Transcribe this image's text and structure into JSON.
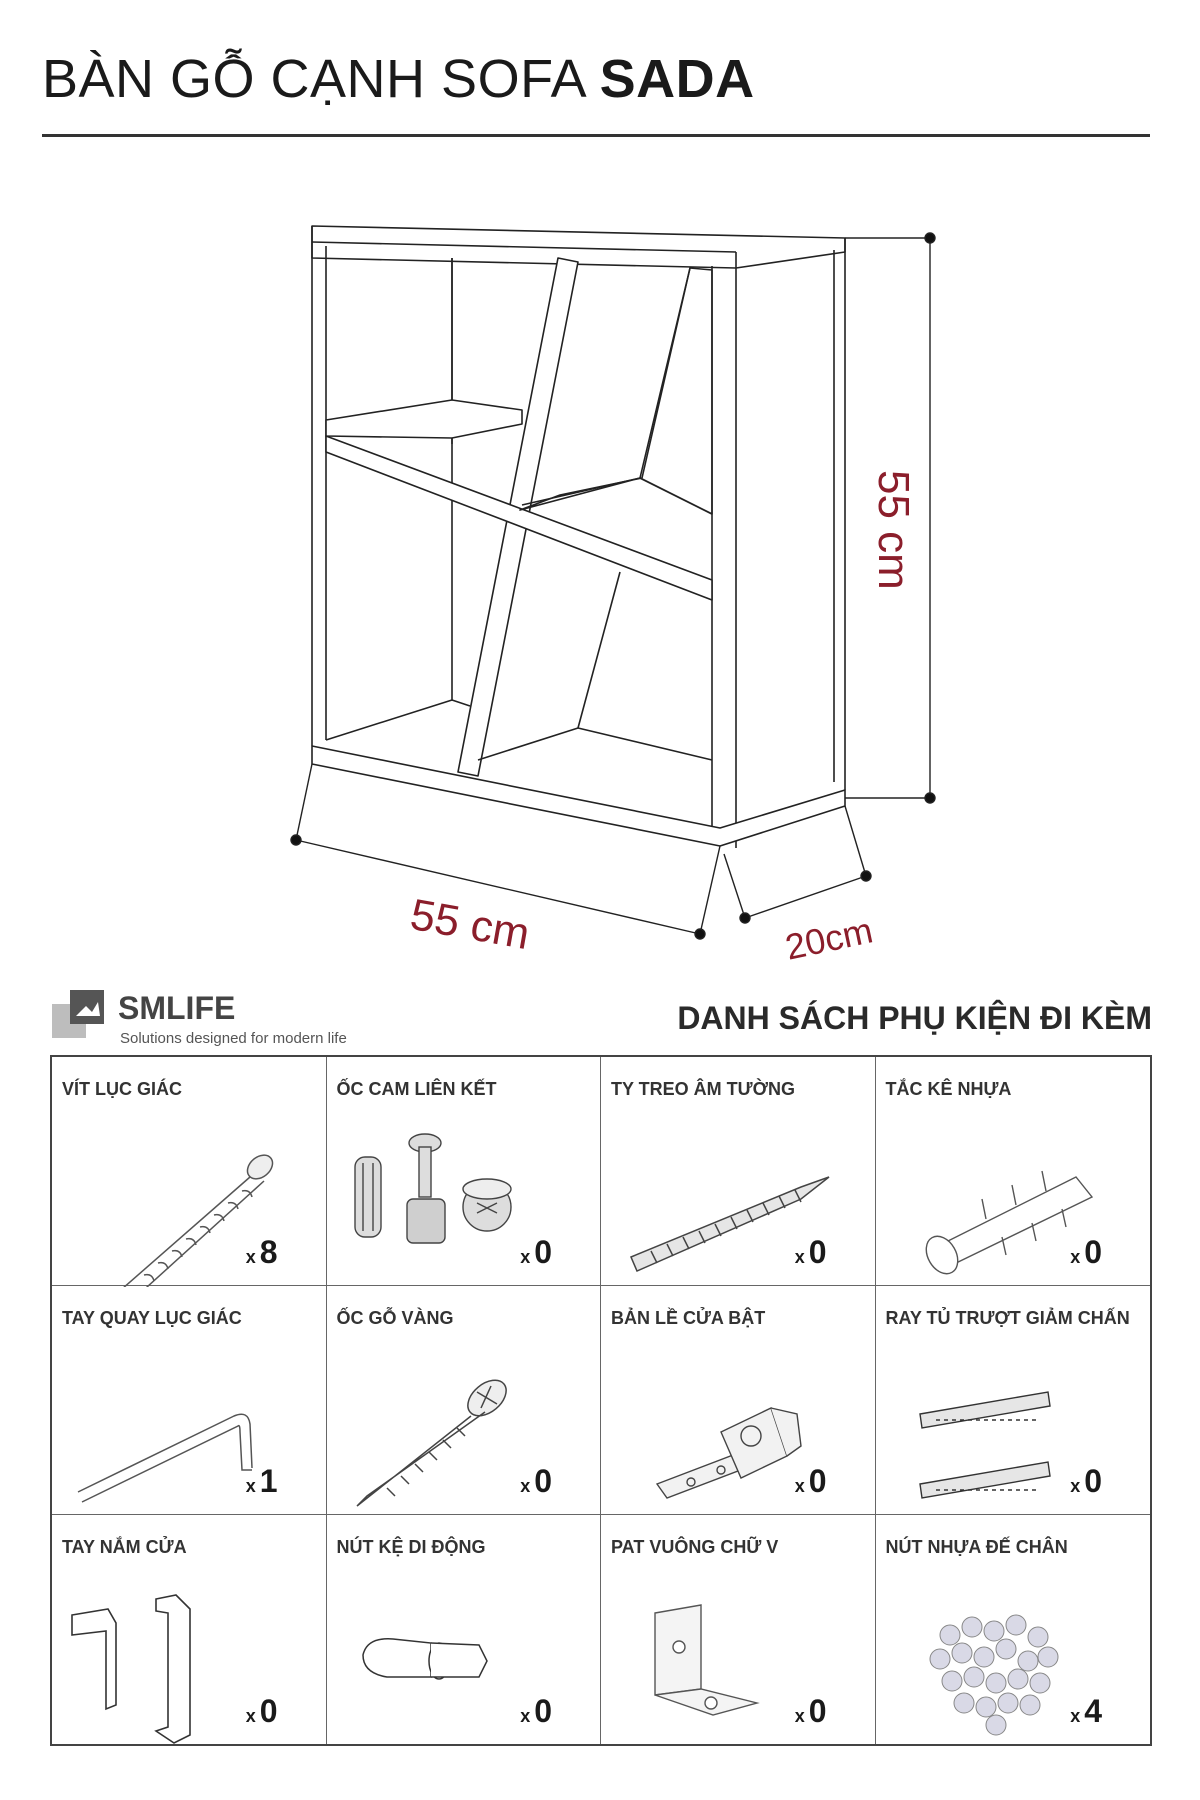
{
  "title": {
    "prefix": "BÀN GỖ CẠNH SOFA",
    "name": "SADA"
  },
  "dimensions": {
    "height": "55 cm",
    "width": "55 cm",
    "depth": "20cm"
  },
  "brand": {
    "name": "SMLIFE",
    "tagline": "Solutions designed for modern life"
  },
  "accessories_title": "DANH SÁCH PHỤ KIỆN ĐI KÈM",
  "accessories": [
    {
      "label": "VÍT LỤC GIÁC",
      "x": "x",
      "qty": "8",
      "icon": "hex-screw-icon"
    },
    {
      "label": "ỐC CAM LIÊN KẾT",
      "x": "x",
      "qty": "0",
      "icon": "cam-lock-icon"
    },
    {
      "label": "TY TREO ÂM TƯỜNG",
      "x": "x",
      "qty": "0",
      "icon": "wall-hanger-bolt-icon"
    },
    {
      "label": "TẮC KÊ NHỰA",
      "x": "x",
      "qty": "0",
      "icon": "plastic-anchor-icon"
    },
    {
      "label": "TAY QUAY LỤC GIÁC",
      "x": "x",
      "qty": "1",
      "icon": "allen-key-icon"
    },
    {
      "label": "ỐC GỖ VÀNG",
      "x": "x",
      "qty": "0",
      "icon": "wood-screw-icon"
    },
    {
      "label": "BẢN LỀ CỬA BẬT",
      "x": "x",
      "qty": "0",
      "icon": "door-hinge-icon"
    },
    {
      "label": "RAY TỦ TRƯỢT GIẢM CHẤN",
      "x": "x",
      "qty": "0",
      "icon": "drawer-rail-icon"
    },
    {
      "label": "TAY NẮM CỬA",
      "x": "x",
      "qty": "0",
      "icon": "door-handle-icon"
    },
    {
      "label": "NÚT KỆ DI ĐỘNG",
      "x": "x",
      "qty": "0",
      "icon": "shelf-pin-icon"
    },
    {
      "label": "PAT VUÔNG CHỮ V",
      "x": "x",
      "qty": "0",
      "icon": "l-bracket-icon"
    },
    {
      "label": "NÚT NHỰA ĐẾ CHÂN",
      "x": "x",
      "qty": "4",
      "icon": "plastic-foot-pads-icon"
    }
  ]
}
